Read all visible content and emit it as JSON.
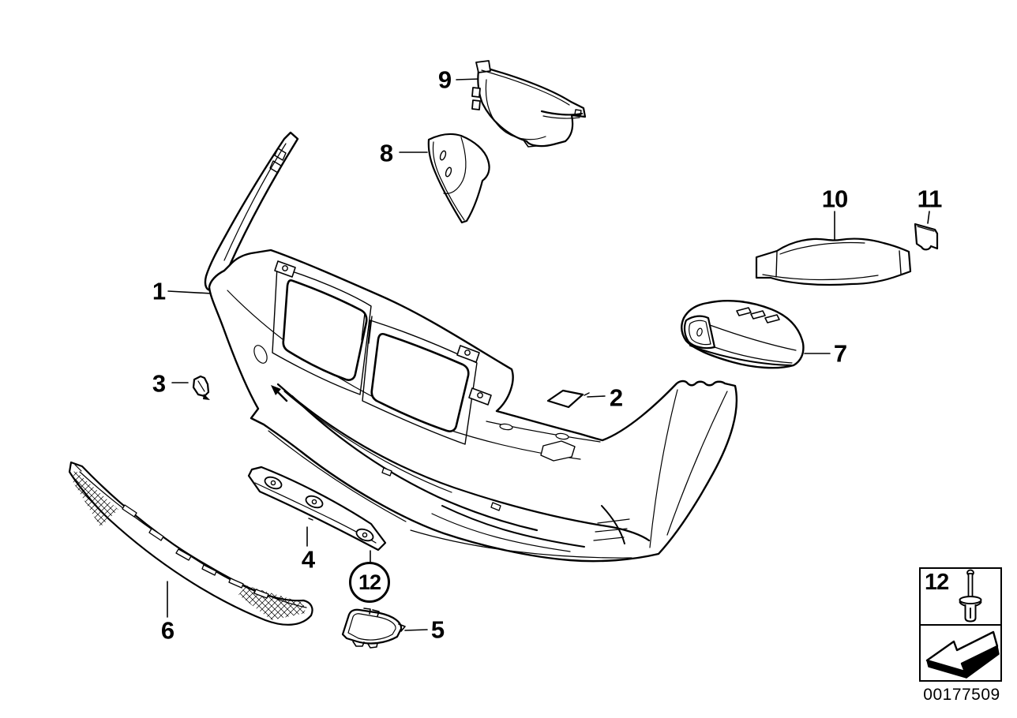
{
  "callouts": [
    {
      "id": 1,
      "label": "1",
      "circled": false
    },
    {
      "id": 2,
      "label": "2",
      "circled": false
    },
    {
      "id": 3,
      "label": "3",
      "circled": false
    },
    {
      "id": 4,
      "label": "4",
      "circled": false
    },
    {
      "id": 5,
      "label": "5",
      "circled": false
    },
    {
      "id": 6,
      "label": "6",
      "circled": false
    },
    {
      "id": 7,
      "label": "7",
      "circled": false
    },
    {
      "id": 8,
      "label": "8",
      "circled": false
    },
    {
      "id": 9,
      "label": "9",
      "circled": false
    },
    {
      "id": 10,
      "label": "10",
      "circled": false
    },
    {
      "id": 11,
      "label": "11",
      "circled": false
    },
    {
      "id": 12,
      "label": "12",
      "circled": true
    }
  ],
  "legend": {
    "item_ref": "12",
    "fastener_icon": "blind-rivet-icon",
    "direction_icon": "installation-direction-arrow-icon"
  },
  "footer": {
    "document_number": "00177509"
  }
}
